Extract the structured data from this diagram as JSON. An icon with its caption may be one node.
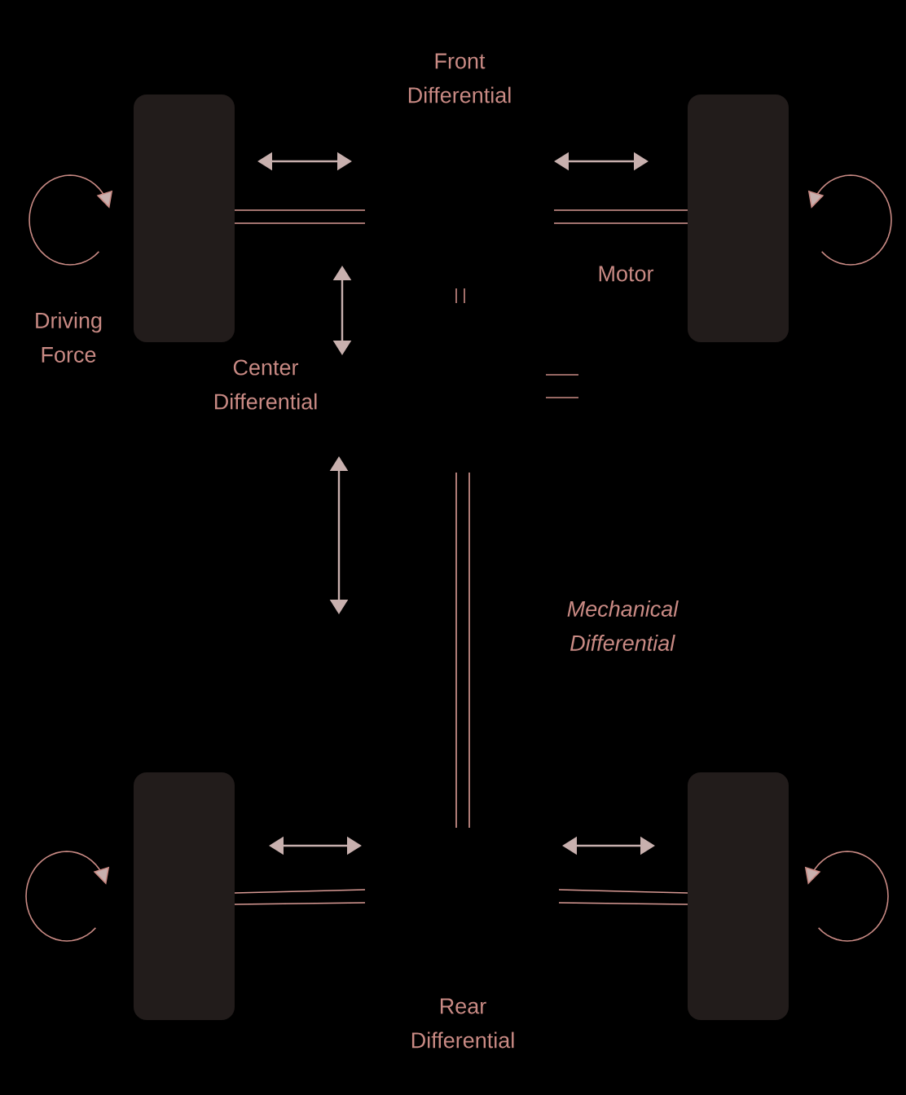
{
  "diagram": {
    "nodes": [
      {
        "text": [],
        "shape": "box"
      },
      {
        "text": [],
        "shape": "box"
      },
      {
        "text": [],
        "shape": "box"
      },
      {
        "text": [],
        "shape": "box"
      }
    ],
    "labels": [
      "Front Differential",
      "Motor",
      "Driving Force",
      "Center Differential",
      "*Mechanical Differential*",
      "Rear Differential"
    ]
  }
}
